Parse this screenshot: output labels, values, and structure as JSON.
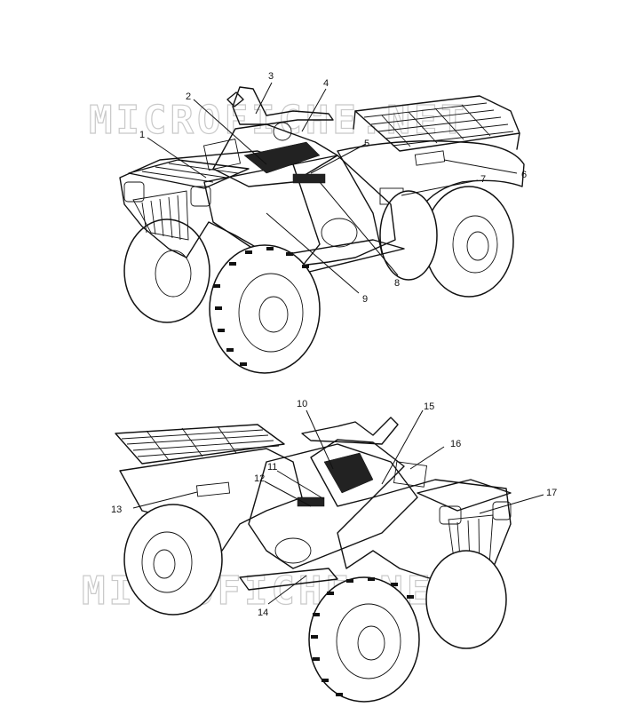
{
  "watermark": "MICROFICHE.NET",
  "callouts_top": [
    "1",
    "2",
    "3",
    "4",
    "5",
    "6",
    "7",
    "8",
    "9"
  ],
  "callouts_bottom": [
    "10",
    "11",
    "12",
    "13",
    "14",
    "15",
    "16",
    "17"
  ]
}
